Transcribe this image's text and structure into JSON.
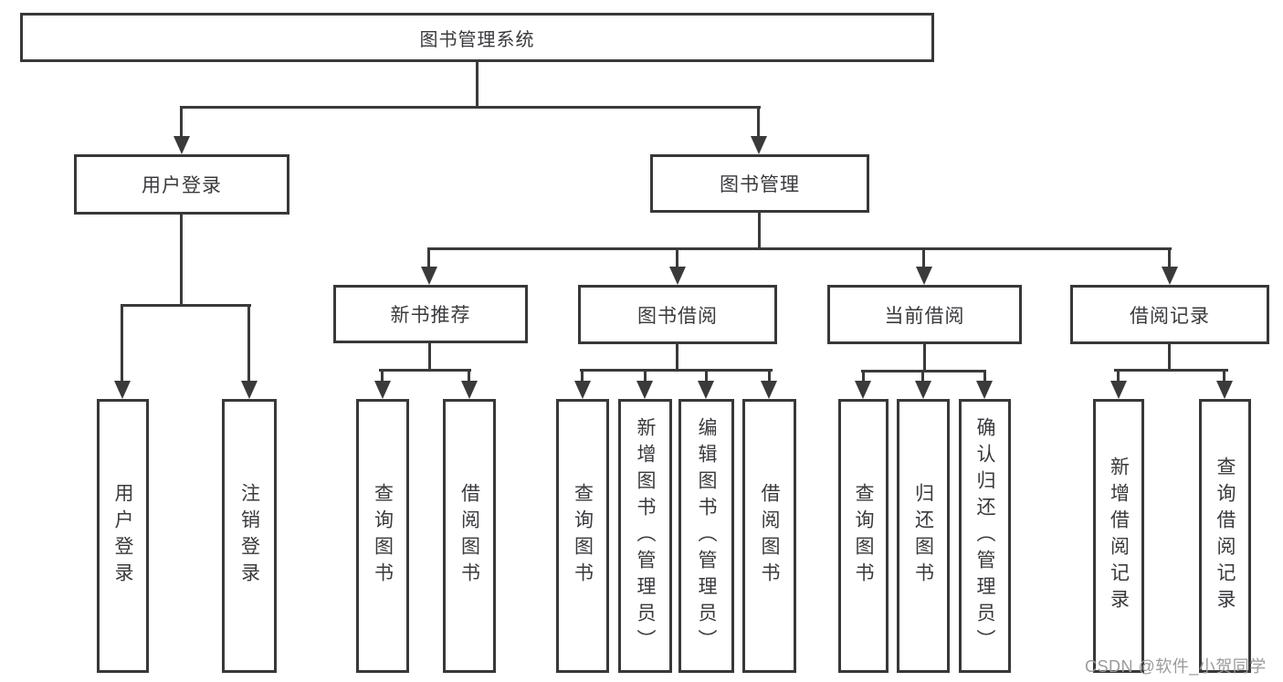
{
  "diagram": {
    "root": {
      "label": "图书管理系统"
    },
    "level2": [
      {
        "id": "user-login",
        "label": "用户登录"
      },
      {
        "id": "book-management",
        "label": "图书管理"
      }
    ],
    "level3": [
      {
        "id": "new-book-recommend",
        "label": "新书推荐"
      },
      {
        "id": "book-borrow",
        "label": "图书借阅"
      },
      {
        "id": "current-borrow",
        "label": "当前借阅"
      },
      {
        "id": "borrow-records",
        "label": "借阅记录"
      }
    ],
    "leaves": [
      {
        "id": "user-login-leaf",
        "label": "用户登录"
      },
      {
        "id": "logout",
        "label": "注销登录"
      },
      {
        "id": "query-books-recommend",
        "label": "查询图书"
      },
      {
        "id": "borrow-books-recommend",
        "label": "借阅图书"
      },
      {
        "id": "query-books-borrow",
        "label": "查询图书"
      },
      {
        "id": "add-book-admin",
        "label": "新增图书（管理员）"
      },
      {
        "id": "edit-book-admin",
        "label": "编辑图书（管理员）"
      },
      {
        "id": "borrow-books",
        "label": "借阅图书"
      },
      {
        "id": "query-books-current",
        "label": "查询图书"
      },
      {
        "id": "return-books",
        "label": "归还图书"
      },
      {
        "id": "confirm-return-admin",
        "label": "确认归还（管理员）"
      },
      {
        "id": "add-borrow-record",
        "label": "新增借阅记录"
      },
      {
        "id": "query-borrow-record",
        "label": "查询借阅记录"
      }
    ],
    "edges": [
      [
        "图书管理系统",
        "用户登录"
      ],
      [
        "图书管理系统",
        "图书管理"
      ],
      [
        "用户登录",
        "用户登录"
      ],
      [
        "用户登录",
        "注销登录"
      ],
      [
        "图书管理",
        "新书推荐"
      ],
      [
        "图书管理",
        "图书借阅"
      ],
      [
        "图书管理",
        "当前借阅"
      ],
      [
        "图书管理",
        "借阅记录"
      ],
      [
        "新书推荐",
        "查询图书"
      ],
      [
        "新书推荐",
        "借阅图书"
      ],
      [
        "图书借阅",
        "查询图书"
      ],
      [
        "图书借阅",
        "新增图书（管理员）"
      ],
      [
        "图书借阅",
        "编辑图书（管理员）"
      ],
      [
        "图书借阅",
        "借阅图书"
      ],
      [
        "当前借阅",
        "查询图书"
      ],
      [
        "当前借阅",
        "归还图书"
      ],
      [
        "当前借阅",
        "确认归还（管理员）"
      ],
      [
        "借阅记录",
        "新增借阅记录"
      ],
      [
        "借阅记录",
        "查询借阅记录"
      ]
    ],
    "watermark": "CSDN @软件_小贺同学",
    "colors": {
      "line": "#3a3a3a",
      "border": "#383838",
      "text": "#3a3a3e",
      "watermark": "#9b9b9d",
      "background": "#ffffff"
    }
  }
}
